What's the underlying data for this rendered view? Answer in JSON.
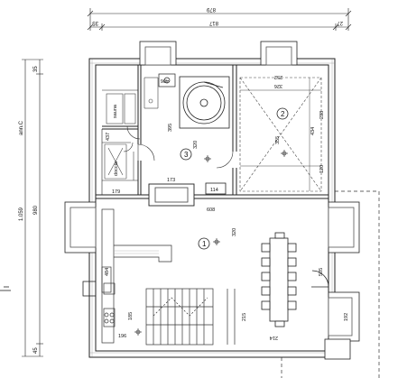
{
  "dimensions": {
    "top_overall": "879",
    "top_inner_a": "817",
    "top_left_end": "35",
    "top_right_end": "27",
    "left_overall": "1.059",
    "left_inner": "980",
    "left_top_end": "35",
    "left_bottom_end": "45",
    "left_marker": "ann.C"
  },
  "rooms": {
    "r1": "1",
    "r2": "2",
    "r3": "3"
  },
  "labels": {
    "sauna": "sauna",
    "doccia": "doccia",
    "w406": "406",
    "w437": "437",
    "w395": "395",
    "w320_top": "320",
    "w173": "173",
    "w179": "179",
    "w114": "114",
    "w608": "608",
    "w320_main": "320",
    "w326": "326",
    "w355": "355",
    "w434": "434",
    "w238": "238",
    "w120": "120",
    "w252": "252",
    "w484": "484",
    "w215": "215",
    "w214": "214",
    "w185": "185",
    "w196": "196",
    "w505": "505",
    "w192": "192"
  }
}
